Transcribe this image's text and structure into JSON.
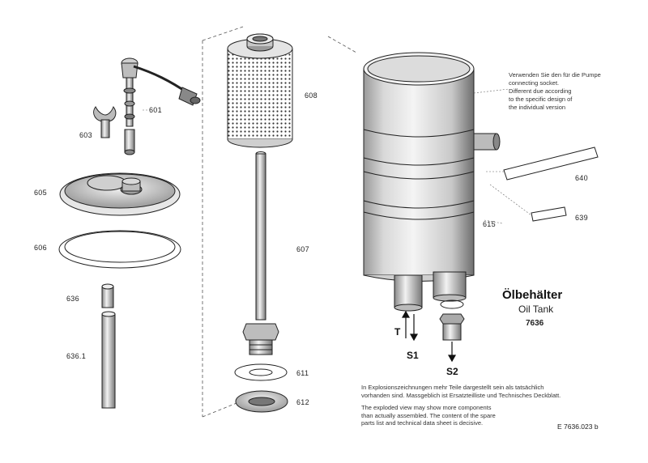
{
  "title": {
    "de": "Ölbehälter",
    "en": "Oil Tank",
    "number": "7636"
  },
  "parts": {
    "p601": "601",
    "p603": "603",
    "p605": "605",
    "p606": "606",
    "p636": "636",
    "p6361": "636.1",
    "p608": "608",
    "p607": "607",
    "p611": "611",
    "p612": "612",
    "p615": "615",
    "p640": "640",
    "p639": "639"
  },
  "ports": {
    "T": "T",
    "S1": "S1",
    "S2": "S2"
  },
  "connector_note": "Verwenden Sie den für die Pumpe\nconnecting socket.\nDifferent due according\nto the specific design of\nthe individual version",
  "note_de": "In Explosionszeichnungen mehr Teile dargestellt sein als tatsächlich\nvorhanden sind. Massgeblich ist Ersatzteilliste und Technisches Deckblatt.",
  "note_en": "The exploded view may show more components\nthan actually assembled. The content of the spare\nparts list and technical data sheet is decisive.",
  "doc_ref": "E 7636.023 b"
}
